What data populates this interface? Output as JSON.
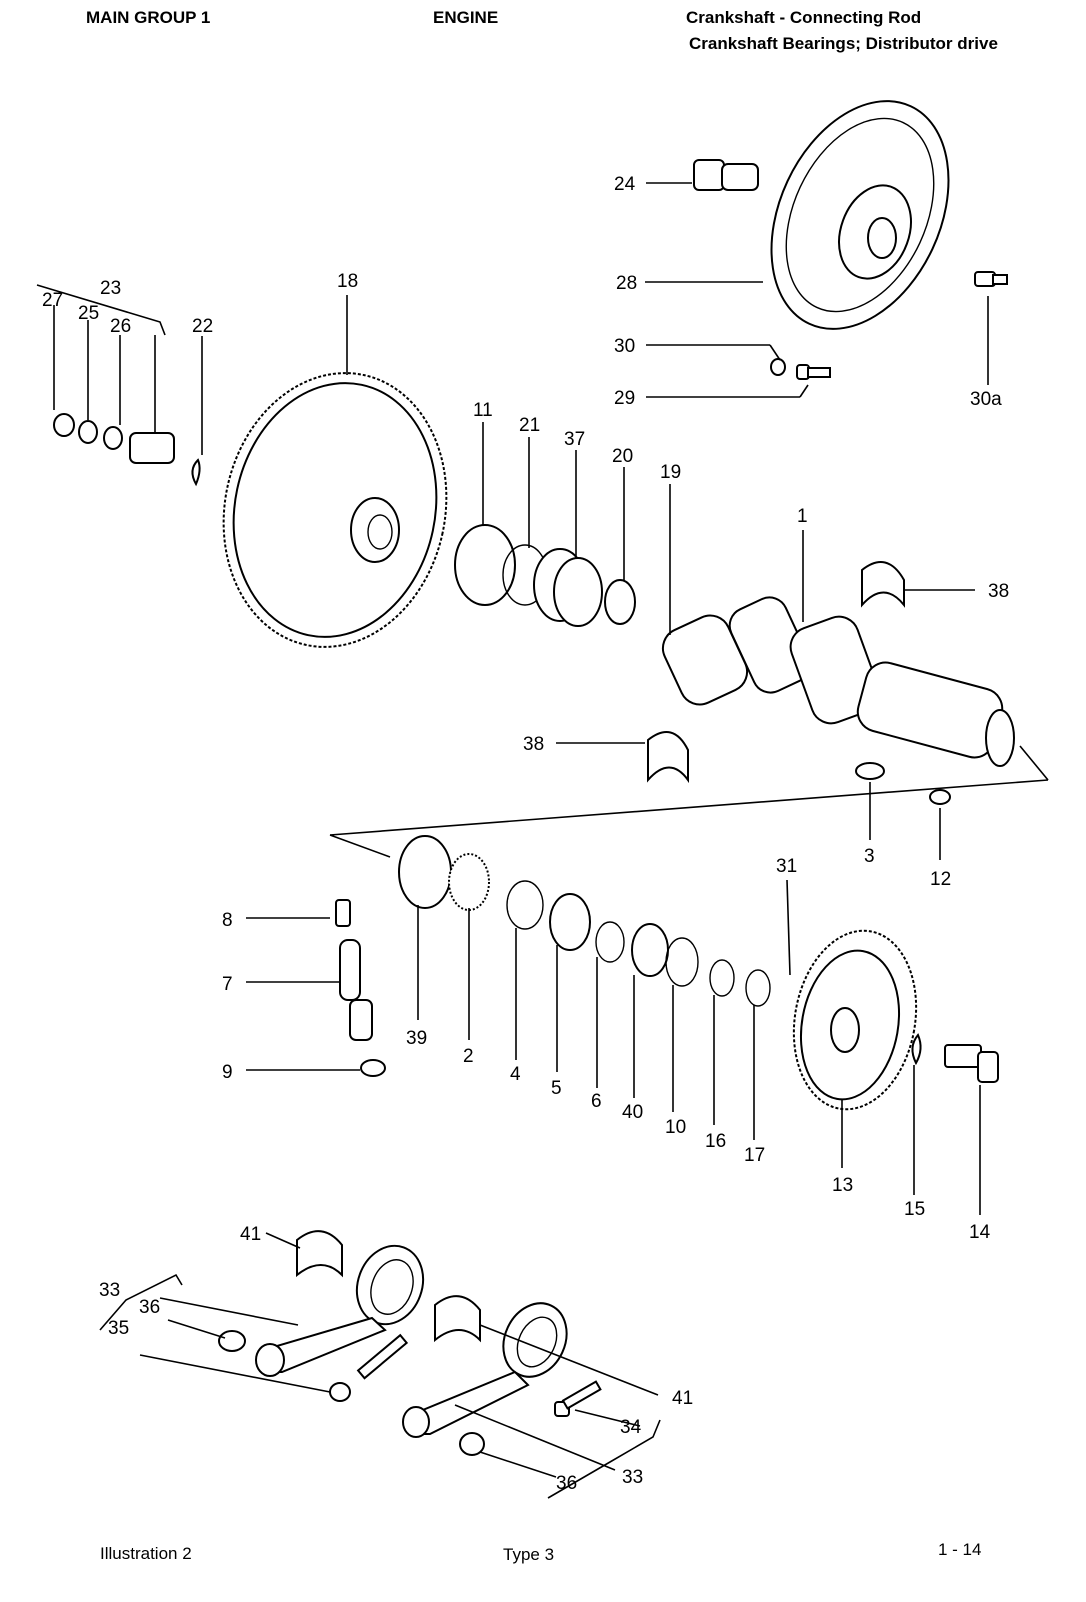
{
  "header": {
    "main_group": "MAIN GROUP  1",
    "section": "ENGINE",
    "title_line1": "Crankshaft - Connecting Rod",
    "title_line2": "Crankshaft Bearings;  Distributor drive"
  },
  "footer": {
    "illustration": "Illustration  2",
    "type": "Type 3",
    "page": "1  -  14"
  },
  "callouts": {
    "c1": "1",
    "c2": "2",
    "c3": "3",
    "c4": "4",
    "c5": "5",
    "c6": "6",
    "c7": "7",
    "c8": "8",
    "c9": "9",
    "c10": "10",
    "c11": "11",
    "c12": "12",
    "c13": "13",
    "c14": "14",
    "c15": "15",
    "c16": "16",
    "c17": "17",
    "c18": "18",
    "c19": "19",
    "c20": "20",
    "c21": "21",
    "c22": "22",
    "c23": "23",
    "c24": "24",
    "c25": "25",
    "c26": "26",
    "c27": "27",
    "c28": "28",
    "c29": "29",
    "c30": "30",
    "c30a": "30a",
    "c31": "31",
    "c33": "33",
    "c34": "34",
    "c35": "35",
    "c36": "36",
    "c37": "37",
    "c38": "38",
    "c39": "39",
    "c40": "40",
    "c41": "41"
  }
}
